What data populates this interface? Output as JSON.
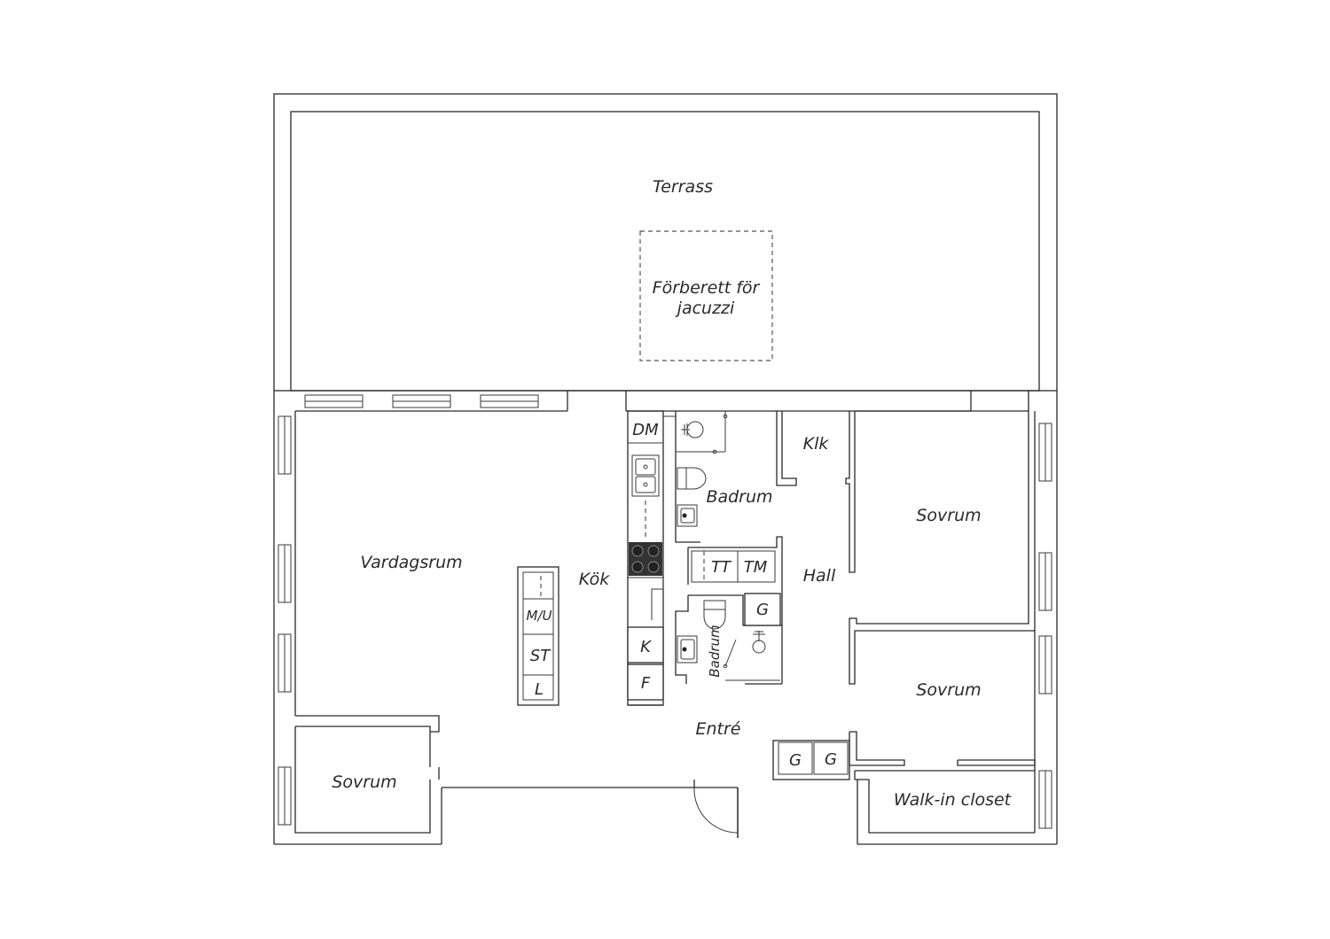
{
  "rooms": {
    "terrace": "Terrass",
    "jacuzzi_line1": "Förberett för",
    "jacuzzi_line2": "jacuzzi",
    "living_room": "Vardagsrum",
    "kitchen": "Kök",
    "bathroom_upper": "Badrum",
    "bathroom_lower": "Badrum",
    "closet": "Klk",
    "hall": "Hall",
    "bedroom_east": "Sovrum",
    "bedroom_middle": "Sovrum",
    "bedroom_southwest": "Sovrum",
    "entrance": "Entré",
    "walk_in_closet": "Walk-in closet"
  },
  "fixtures": {
    "dishwasher": "DM",
    "microwave_oven": "M/U",
    "stove": "ST",
    "l_unit": "L",
    "fridge": "K",
    "freezer": "F",
    "dryer": "TT",
    "washer": "TM",
    "wardrobe_bath": "G",
    "wardrobe_entry_1": "G",
    "wardrobe_entry_2": "G"
  }
}
